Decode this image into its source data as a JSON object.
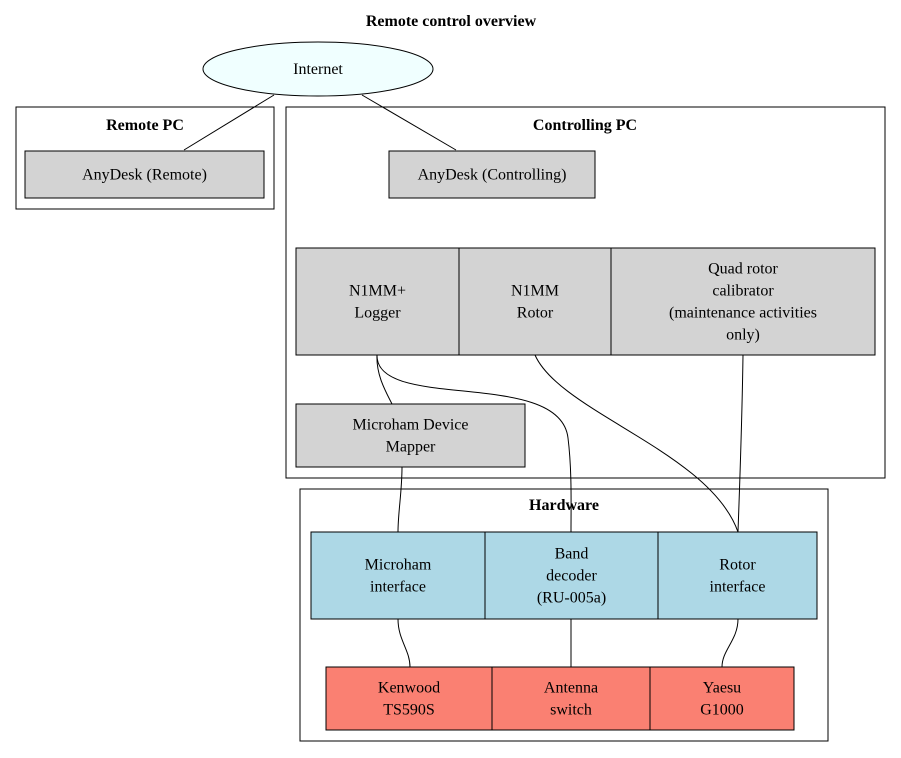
{
  "title": "Remote control overview",
  "colors": {
    "internet_fill": "#f0ffff",
    "software_fill": "#d3d3d3",
    "hardware_interface_fill": "#add8e6",
    "equipment_fill": "#fa8072",
    "line": "#000000"
  },
  "clusters": {
    "remote_pc": {
      "label": "Remote PC"
    },
    "controlling_pc": {
      "label": "Controlling PC"
    },
    "hardware": {
      "label": "Hardware"
    }
  },
  "nodes": {
    "internet": {
      "lines": [
        "Internet"
      ]
    },
    "anydesk_remote": {
      "lines": [
        "AnyDesk (Remote)"
      ]
    },
    "anydesk_controlling": {
      "lines": [
        "AnyDesk (Controlling)"
      ]
    },
    "n1mm_logger": {
      "lines": [
        "N1MM+",
        "Logger"
      ]
    },
    "n1mm_rotor": {
      "lines": [
        "N1MM",
        "Rotor"
      ]
    },
    "quad_rotor_calibrator": {
      "lines": [
        "Quad rotor",
        "calibrator",
        "(maintenance activities",
        "only)"
      ]
    },
    "microham_device_mapper": {
      "lines": [
        "Microham Device",
        "Mapper"
      ]
    },
    "microham_interface": {
      "lines": [
        "Microham",
        "interface"
      ]
    },
    "band_decoder": {
      "lines": [
        "Band",
        "decoder",
        "(RU-005a)"
      ]
    },
    "rotor_interface": {
      "lines": [
        "Rotor",
        "interface"
      ]
    },
    "kenwood": {
      "lines": [
        "Kenwood",
        "TS590S"
      ]
    },
    "antenna_switch": {
      "lines": [
        "Antenna",
        "switch"
      ]
    },
    "yaesu": {
      "lines": [
        "Yaesu",
        "G1000"
      ]
    }
  }
}
